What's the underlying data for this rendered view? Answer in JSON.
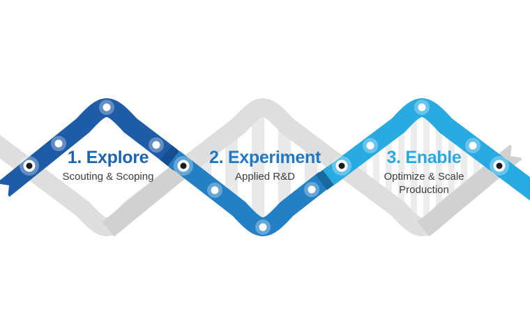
{
  "background_color": "#FFFFFF",
  "phases": [
    {
      "heading": "1. Explore",
      "subheading": "Scouting & Scoping",
      "heading_color": "#1D64AE",
      "ribbon_color": "#1F5CA8",
      "ribbon_shadow_color": "#174E92"
    },
    {
      "heading": "2. Experiment",
      "subheading": "Applied R&D",
      "heading_color": "#1F78C1",
      "ribbon_color": "#2380C4",
      "ribbon_shadow_color": "#1B689F"
    },
    {
      "heading": "3. Enable",
      "subheading": "Optimize & Scale Production",
      "heading_color": "#29A9E1",
      "ribbon_color": "#29ABE2",
      "ribbon_shadow_color": "#1D93CC"
    }
  ],
  "ribbons": {
    "gray_color": "#DEDEDE",
    "gray_dark_color": "#D1D1D1",
    "stripe2_color": "#E9E9E9",
    "stripe3_color": "#ECECEC"
  },
  "nodes": {
    "milestone_fill": "#FFFFFF",
    "junction_fill": "#1C1C1C",
    "halo_opacity": "0.3"
  }
}
